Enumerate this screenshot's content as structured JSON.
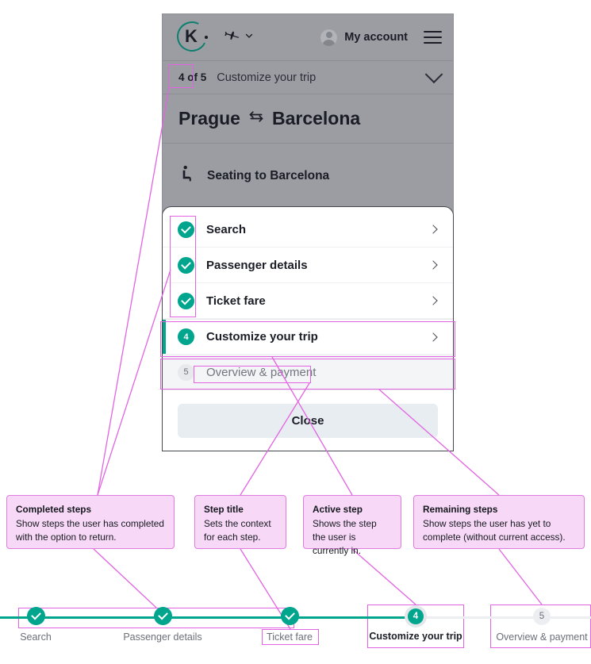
{
  "app": {
    "navbar": {
      "logo_alt": "Kiwi.com",
      "logo_letter": "K",
      "mode_icon": "airplane-icon",
      "mode_chevron_icon": "chevron-down-icon",
      "account_label": "My account",
      "avatar_icon": "avatar-icon",
      "menu_icon": "hamburger-menu-icon"
    },
    "step_summary": {
      "count": "4 of 5",
      "title": "Customize your trip",
      "chevron_icon": "chevron-down-icon"
    },
    "route": {
      "origin": "Prague",
      "swap_icon": "swap-arrows-icon",
      "destination": "Barcelona",
      "title": "Prague ⇆ Barcelona"
    },
    "seating": {
      "icon": "seat-icon",
      "label": "Seating to Barcelona"
    }
  },
  "modal": {
    "steps": [
      {
        "index": "1",
        "label": "Search",
        "state": "done",
        "badge": "check-icon",
        "chevron": "chevron-right-icon"
      },
      {
        "index": "2",
        "label": "Passenger details",
        "state": "done",
        "badge": "check-icon",
        "chevron": "chevron-right-icon"
      },
      {
        "index": "3",
        "label": "Ticket fare",
        "state": "done",
        "badge": "check-icon",
        "chevron": "chevron-right-icon"
      },
      {
        "index": "4",
        "label": "Customize your trip",
        "state": "active",
        "badge": "4",
        "chevron": "chevron-right-icon"
      },
      {
        "index": "5",
        "label": "Overview & payment",
        "state": "remaining",
        "badge": "5",
        "chevron": ""
      }
    ],
    "close_label": "Close"
  },
  "callouts": [
    {
      "id": "completed",
      "title": "Completed steps",
      "body": "Show steps the user has completed with the option to return."
    },
    {
      "id": "title",
      "title": "Step title",
      "body": "Sets the context for each step."
    },
    {
      "id": "active",
      "title": "Active step",
      "body": "Shows the step the user is currently in."
    },
    {
      "id": "remaining",
      "title": "Remaining steps",
      "body": "Show steps the user has yet to complete (without current access)."
    }
  ],
  "bottom_stepper": {
    "steps": [
      {
        "label": "Search",
        "state": "done",
        "badge": "check-icon"
      },
      {
        "label": "Passenger details",
        "state": "done",
        "badge": "check-icon"
      },
      {
        "label": "Ticket fare",
        "state": "done",
        "badge": "check-icon"
      },
      {
        "label": "Customize your trip",
        "state": "active",
        "badge": "4"
      },
      {
        "label": "Overview & payment",
        "state": "remaining",
        "badge": "5"
      }
    ]
  },
  "colors": {
    "brand_teal": "#00a58e",
    "logo_teal": "#0e7f6f",
    "annotation_magenta": "#e264e2",
    "annotation_fill": "#f7d9f7",
    "mock_overlay_gray": "#9b9da3",
    "ink": "#1b1d26",
    "muted_ink": "#6b6f7a"
  }
}
